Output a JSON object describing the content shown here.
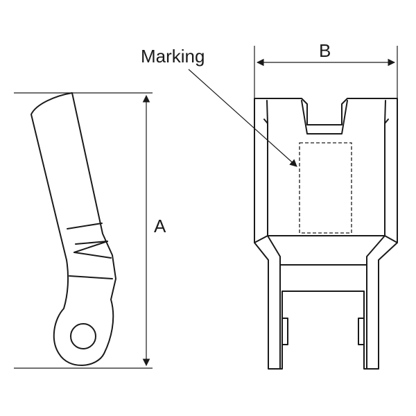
{
  "labels": {
    "marking": "Marking",
    "dim_b": "B",
    "dim_a": "A"
  }
}
